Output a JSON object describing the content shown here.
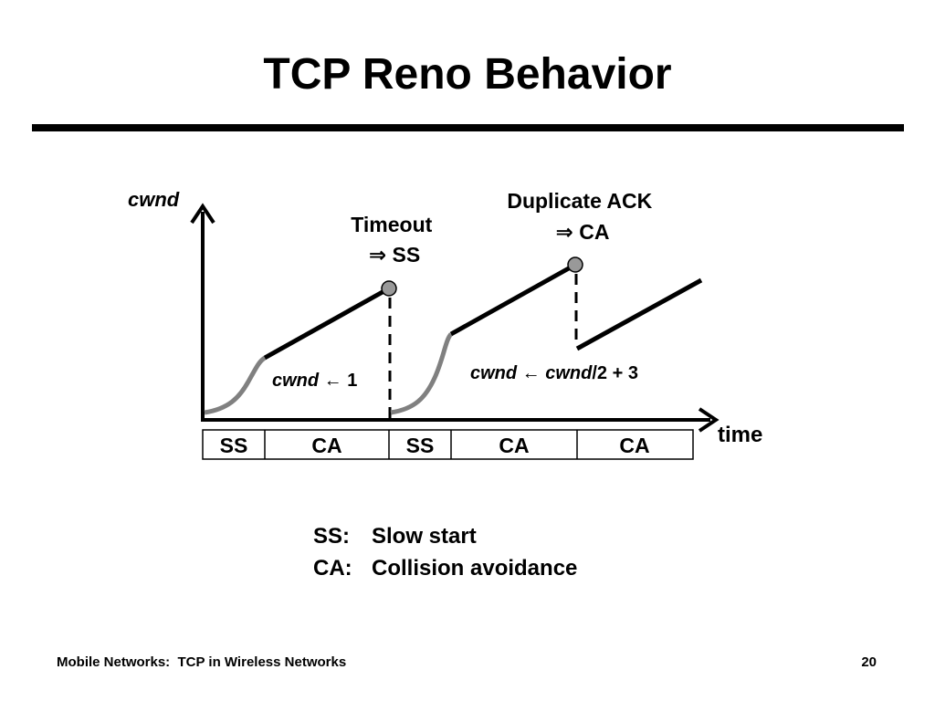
{
  "slide": {
    "title": "TCP Reno Behavior"
  },
  "diagram": {
    "y_axis_label": "cwnd",
    "x_axis_label": "time",
    "timeout_label": {
      "line1": "Timeout",
      "line2": "⇒ SS"
    },
    "dupack_label": {
      "line1": "Duplicate ACK",
      "line2": "⇒ CA"
    },
    "reset_note": {
      "var": "cwnd",
      "rest": " ← 1"
    },
    "halve_note": {
      "var1": "cwnd",
      "mid": " ← ",
      "var2": "cwnd",
      "rest": "/2 + 3"
    },
    "phases": [
      "SS",
      "CA",
      "SS",
      "CA",
      "CA"
    ],
    "colors": {
      "slow_start_curve": "#808080",
      "congestion_avoidance_line": "#000000",
      "event_marker": "#999999"
    }
  },
  "legend": [
    {
      "abbr": "SS:",
      "text": "Slow start"
    },
    {
      "abbr": "CA:",
      "text": "Collision avoidance"
    }
  ],
  "footer": {
    "left": "Mobile Networks:  TCP in Wireless Networks",
    "page_number": "20"
  }
}
